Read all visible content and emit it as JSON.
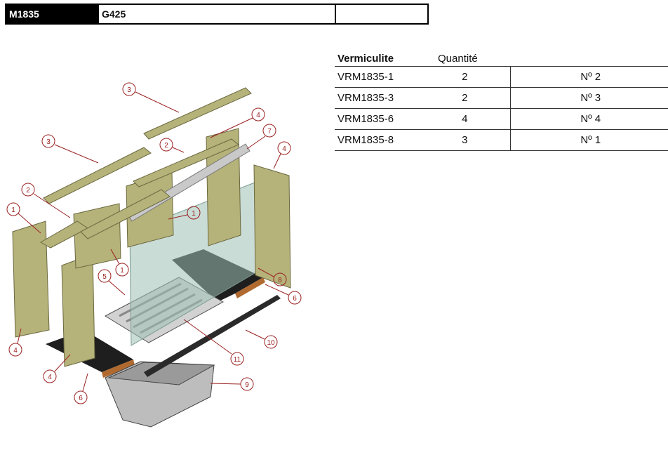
{
  "header": {
    "model": "M1835",
    "code": "G425",
    "extra": ""
  },
  "table": {
    "col_part": "Vermiculite",
    "col_qty": "Quantité",
    "rows": [
      {
        "ref": "VRM1835-1",
        "qty": "2",
        "num": "Nº 2"
      },
      {
        "ref": "VRM1835-3",
        "qty": "2",
        "num": "Nº 3"
      },
      {
        "ref": "VRM1835-6",
        "qty": "4",
        "num": "Nº 4"
      },
      {
        "ref": "VRM1835-8",
        "qty": "3",
        "num": "Nº 1"
      }
    ]
  },
  "diagram": {
    "callouts": {
      "c1a": "1",
      "c1b": "1",
      "c1c": "1",
      "c2a": "2",
      "c2b": "2",
      "c3a": "3",
      "c3b": "3",
      "c4a": "4",
      "c4b": "4",
      "c4c": "4",
      "c4d": "4",
      "c5": "5",
      "c6a": "6",
      "c6b": "6",
      "c7": "7",
      "c8": "8",
      "c9": "9",
      "c10": "10",
      "c11": "11"
    },
    "colors": {
      "panel": "#b5b27a",
      "panel_dark": "#8f8c58",
      "floor": "#1e1e1e",
      "glass": "#9fbfb5",
      "metal": "#c9c9c9",
      "callout": "#9a2020"
    }
  }
}
